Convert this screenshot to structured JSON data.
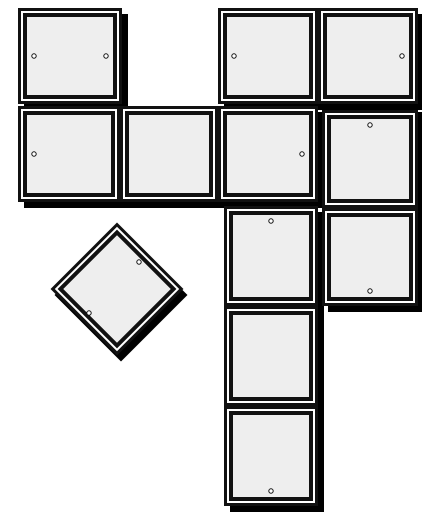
{
  "colors": {
    "background": "#ffffff",
    "frame": "#111111",
    "rim": "#ffffff",
    "panel": "#eeeeee",
    "shadow": "#000000",
    "hole": "#ffffff"
  },
  "modules": [
    {
      "id": "module-top-left",
      "holes": [
        "left",
        "right"
      ]
    },
    {
      "id": "module-top-right-a",
      "holes": [
        "left"
      ]
    },
    {
      "id": "module-top-right-b",
      "holes": [
        "right"
      ]
    },
    {
      "id": "module-middle-1",
      "holes": [
        "left"
      ]
    },
    {
      "id": "module-middle-2",
      "holes": []
    },
    {
      "id": "module-middle-3",
      "holes": [
        "right"
      ]
    },
    {
      "id": "module-right-upper",
      "holes": [
        "top"
      ]
    },
    {
      "id": "module-right-lower",
      "holes": [
        "bottom"
      ]
    },
    {
      "id": "module-column-1",
      "holes": [
        "top"
      ]
    },
    {
      "id": "module-column-2",
      "holes": []
    },
    {
      "id": "module-column-3",
      "holes": [
        "bottom"
      ]
    },
    {
      "id": "module-rotated",
      "holes": [
        "upper-right",
        "lower-left"
      ]
    }
  ]
}
